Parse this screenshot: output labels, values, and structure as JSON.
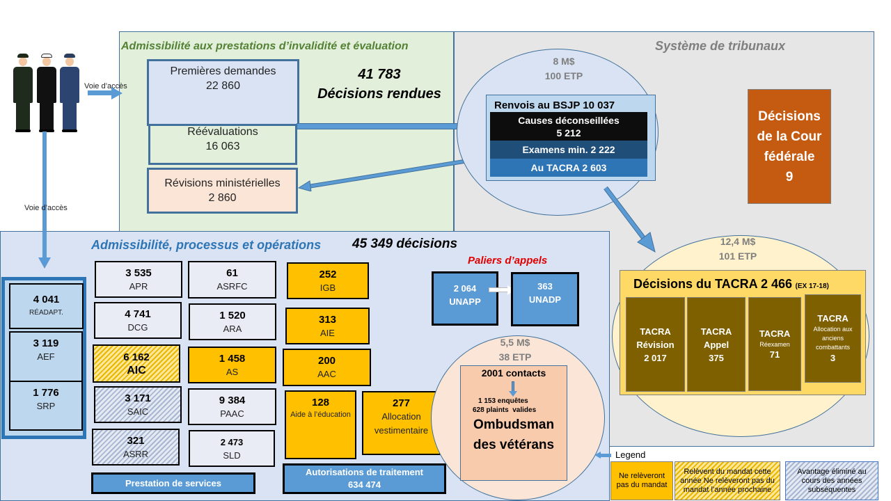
{
  "colors": {
    "accent_blue": "#5b9bd5",
    "panel_green": "#e2efda",
    "panel_gray": "#e7e6e6",
    "panel_blue": "#dae3f3",
    "orange": "#c55a11",
    "yellow": "#ffc000",
    "tacra_brown": "#7f6000",
    "red_heading": "#e00000"
  },
  "access": {
    "label_right": "Voie d’accès",
    "label_down": "Voie d’accès"
  },
  "eligibility": {
    "title": "Admissibilité  aux prestations  d’invalidité  et évaluation",
    "decisions_count": "41 783",
    "decisions_label": "Décisions rendues",
    "first_applications": {
      "label": "Premières demandes",
      "value": "22 860"
    },
    "reassessments": {
      "label": "Réévaluations",
      "value": "16 063"
    },
    "ministerial_reviews": {
      "label": "Révisions ministérielles",
      "value": "2 860"
    }
  },
  "tribunals": {
    "title": "Système de tribunaux",
    "bsjp": {
      "budget": "8 M$",
      "staff": "100 ETP",
      "header": "Renvois au BSJP 10 037",
      "rows": [
        {
          "label": "Causes déconseillées",
          "value": "5 212"
        },
        {
          "label": "Examens min. 2 222"
        },
        {
          "label": "Au TACRA 2 603"
        }
      ]
    },
    "federal_court": {
      "lines": [
        "Décisions",
        "de la Cour",
        "fédérale",
        "9"
      ]
    },
    "tacra": {
      "budget": "12,4 M$",
      "staff": "101 ETP",
      "header": "Décisions du TACRA 2 466",
      "header_note": "(EX 17-18)",
      "cards": [
        {
          "title": "TACRA",
          "sub": "Révision",
          "value": "2 017"
        },
        {
          "title": "TACRA",
          "sub": "Appel",
          "value": "375"
        },
        {
          "title": "TACRA",
          "sub": "Réexamen",
          "value": "71"
        },
        {
          "title": "TACRA",
          "sub": "Allocation aux anciens combattants",
          "value": "3"
        }
      ]
    }
  },
  "operations": {
    "title": "Admissibilité, processus et opérations",
    "decisions": "45 349 décisions",
    "rehab_group": [
      {
        "value": "4 041",
        "label": "RÉADAPT."
      },
      {
        "value": "3 119",
        "label": "AEF"
      },
      {
        "value": "1 776",
        "label": "SRP"
      }
    ],
    "col1": [
      {
        "value": "3 535",
        "label": "APR"
      },
      {
        "value": "4 741",
        "label": "DCG"
      },
      {
        "value": "6 162",
        "label": "AIC"
      },
      {
        "value": "3 171",
        "label": "SAIC"
      },
      {
        "value": "321",
        "label": "ASRR"
      }
    ],
    "col2": [
      {
        "value": "61",
        "label": "ASRFC"
      },
      {
        "value": "1 520",
        "label": "ARA"
      },
      {
        "value": "1 458",
        "label": "AS"
      },
      {
        "value": "9 384",
        "label": "PAAC"
      },
      {
        "value": "2 473",
        "label": "SLD"
      }
    ],
    "col3": [
      {
        "value": "252",
        "label": "IGB"
      },
      {
        "value": "313",
        "label": "AIE"
      },
      {
        "value": "200",
        "label": "AAC"
      },
      {
        "value": "128",
        "label": "Aide à l’éducation"
      },
      {
        "value": "277",
        "label": "Allocation vestimentaire"
      }
    ],
    "service_delivery": "Prestation de services",
    "treatment_auth": {
      "label": "Autorisations de traitement",
      "value": "634 474"
    },
    "appeals": {
      "title": "Paliers d’appels",
      "first": {
        "value": "2 064",
        "label": "UNAPP"
      },
      "second": {
        "value": "363",
        "label": "UNADP"
      }
    }
  },
  "ombudsman": {
    "budget": "5,5 M$",
    "staff": "38 ETP",
    "contacts": "2001 contacts",
    "investigations": "1 153 enquêtes",
    "valid_complaints": "628 plaints  valides",
    "name_line1": "Ombudsman",
    "name_line2": "des vétérans"
  },
  "legend": {
    "title": "Legend",
    "items": [
      {
        "text": "Ne relèveront pas du mandat"
      },
      {
        "text": "Relèvent du mandat cette année Ne relèveront  pas du mandat  l’année prochaine"
      },
      {
        "text": "Avantage éliminé au cours des années subséquentes"
      }
    ]
  }
}
